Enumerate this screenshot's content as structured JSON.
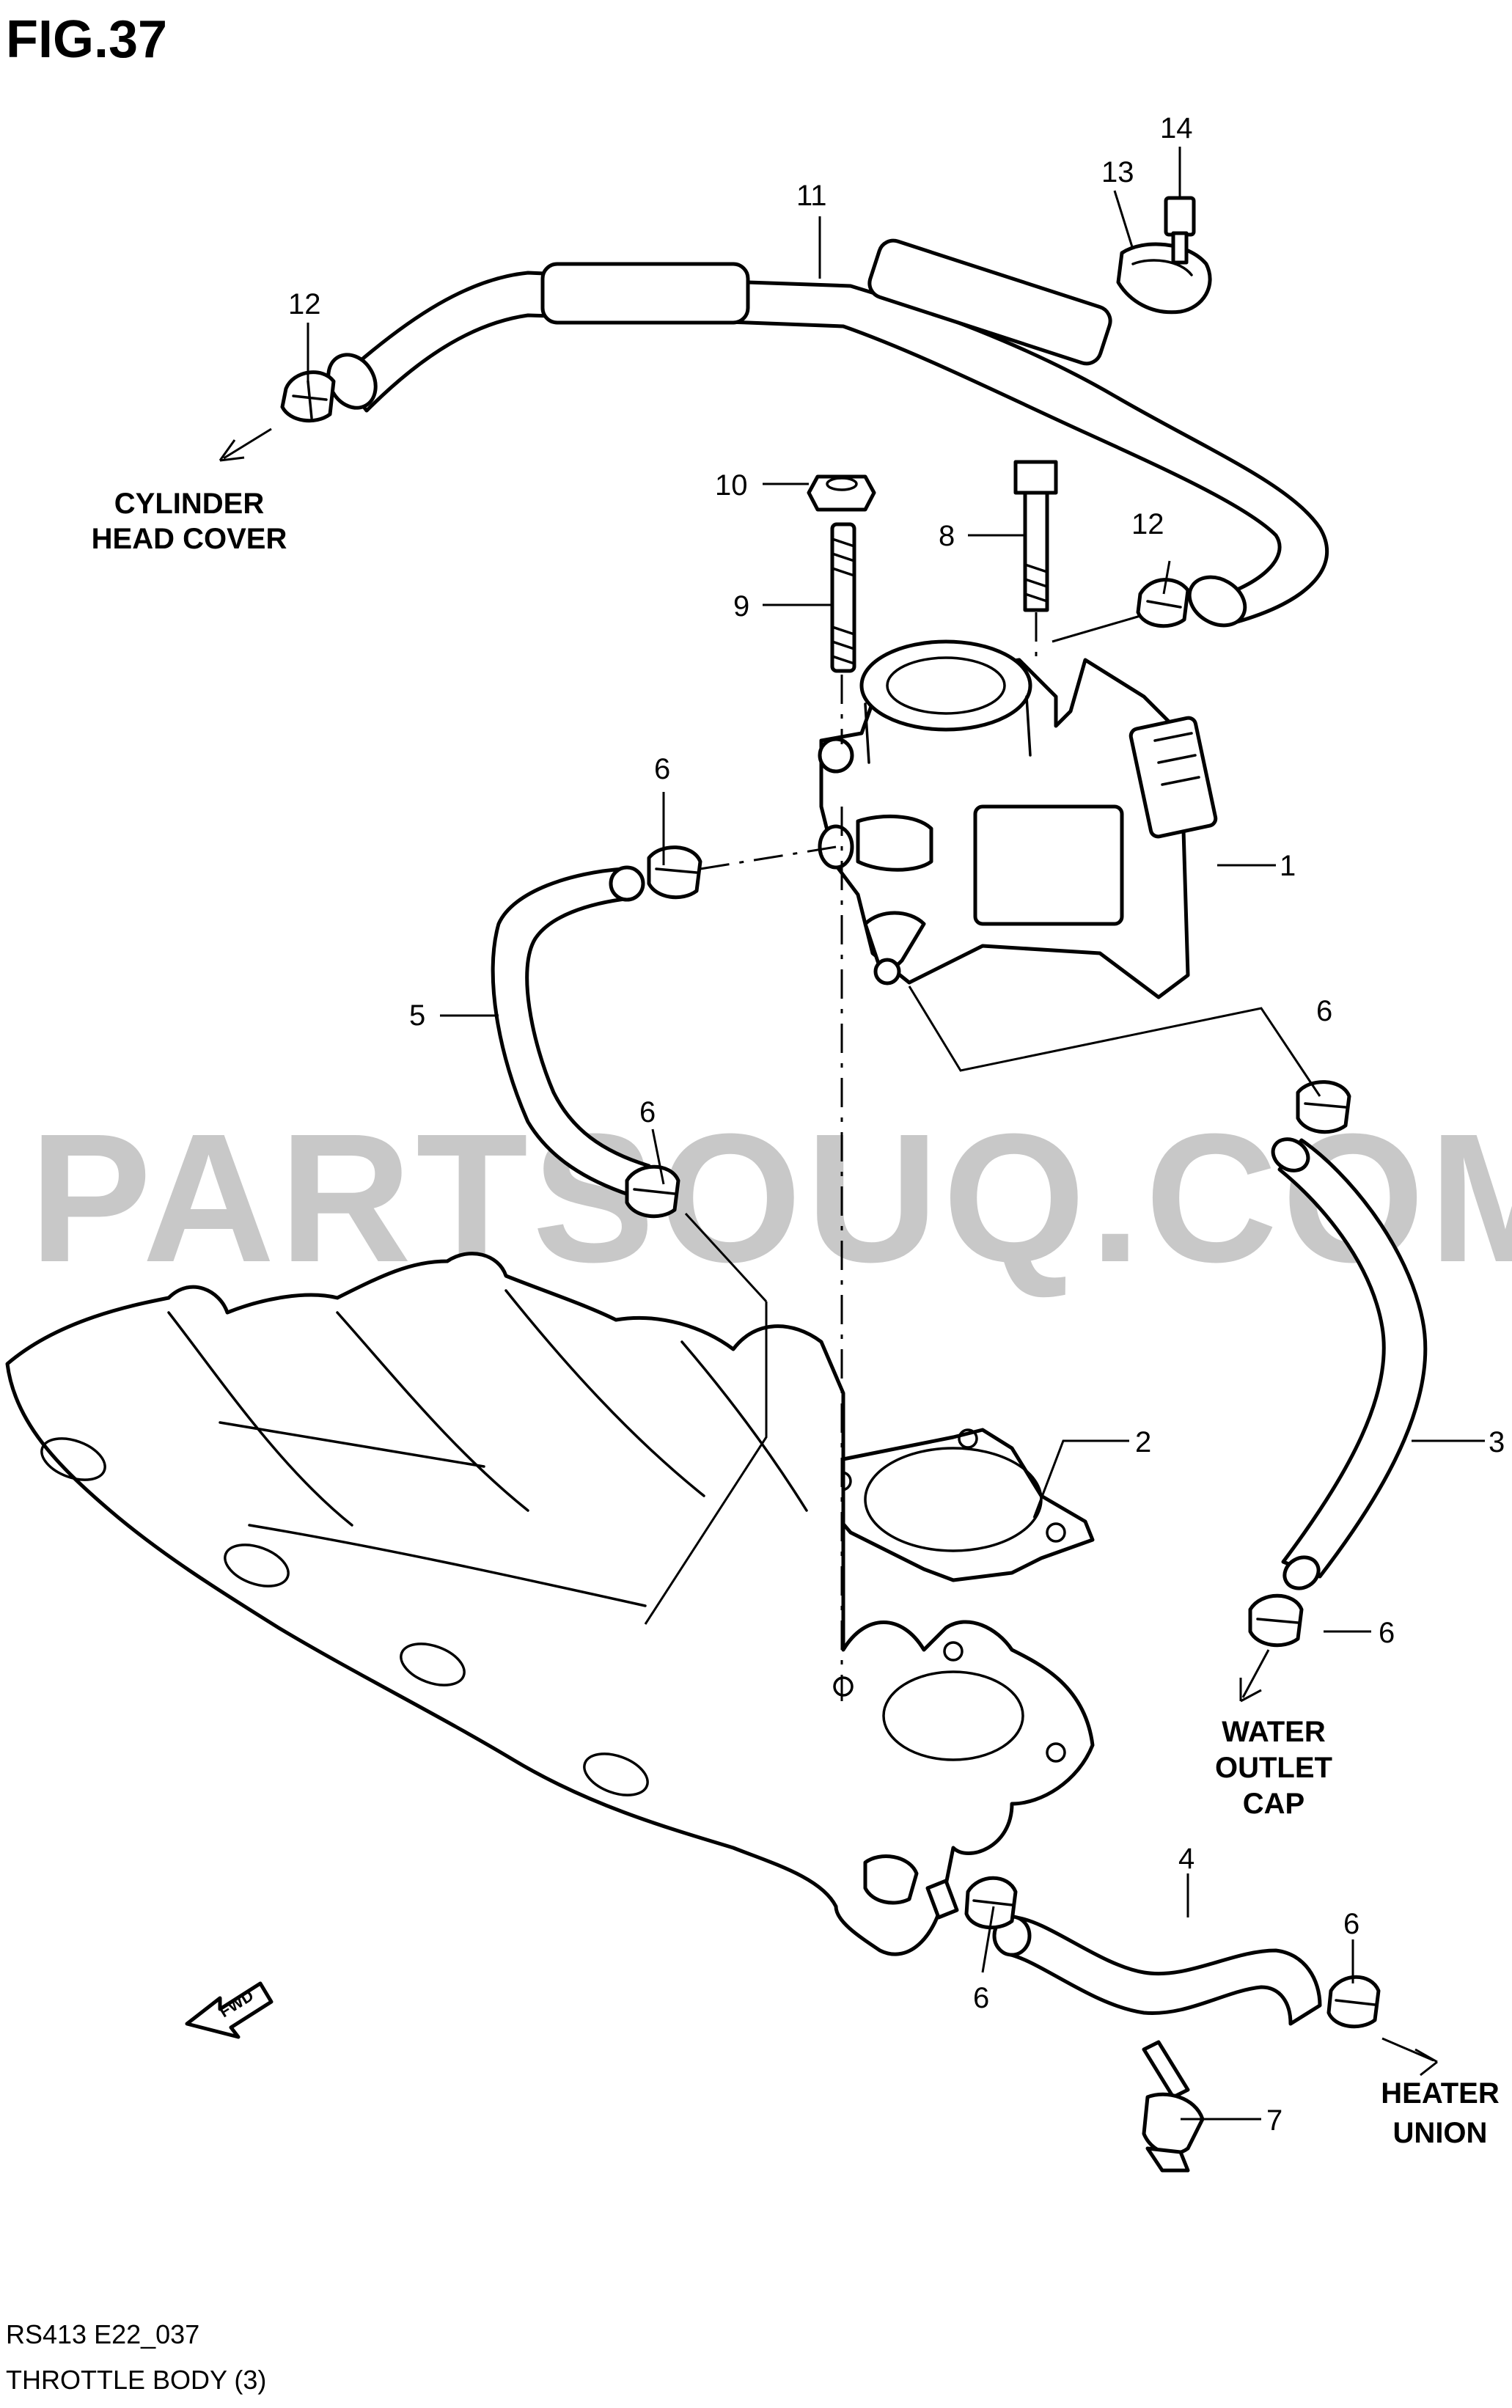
{
  "figure": {
    "title": "FIG.37"
  },
  "watermark": "PARTSOUQ.COM",
  "callouts": [
    {
      "id": "c1",
      "label": "1"
    },
    {
      "id": "c2",
      "label": "2"
    },
    {
      "id": "c3",
      "label": "3"
    },
    {
      "id": "c4",
      "label": "4"
    },
    {
      "id": "c5",
      "label": "5"
    },
    {
      "id": "c6a",
      "label": "6"
    },
    {
      "id": "c6b",
      "label": "6"
    },
    {
      "id": "c6c",
      "label": "6"
    },
    {
      "id": "c6d",
      "label": "6"
    },
    {
      "id": "c6e",
      "label": "6"
    },
    {
      "id": "c6f",
      "label": "6"
    },
    {
      "id": "c7",
      "label": "7"
    },
    {
      "id": "c8",
      "label": "8"
    },
    {
      "id": "c9",
      "label": "9"
    },
    {
      "id": "c10",
      "label": "10"
    },
    {
      "id": "c11",
      "label": "11"
    },
    {
      "id": "c12a",
      "label": "12"
    },
    {
      "id": "c12b",
      "label": "12"
    },
    {
      "id": "c13",
      "label": "13"
    },
    {
      "id": "c14",
      "label": "14"
    }
  ],
  "destinations": {
    "cylinder_head_cover": [
      "CYLINDER",
      "HEAD COVER"
    ],
    "water_outlet_cap": [
      "WATER",
      "OUTLET",
      "CAP"
    ],
    "heater_union": [
      "HEATER",
      "UNION"
    ]
  },
  "fwd_label": "FWD",
  "footer": {
    "code": "RS413 E22_037",
    "caption": "THROTTLE BODY (3)"
  }
}
